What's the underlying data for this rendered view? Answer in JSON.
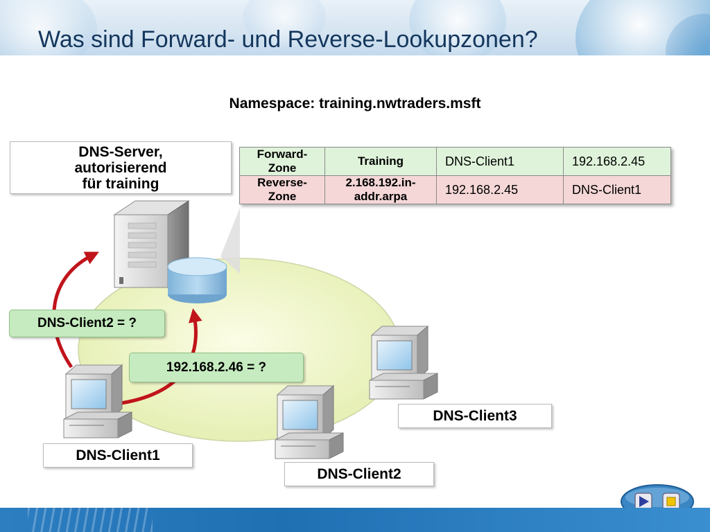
{
  "title": "Was sind Forward- und Reverse-Lookupzonen?",
  "namespace": "Namespace: training.nwtraders.msft",
  "server_label": {
    "line1": "DNS-Server,",
    "line2": "autorisierend",
    "line3": "für training"
  },
  "queries": {
    "forward": "DNS-Client2 = ?",
    "reverse": "192.168.2.46 = ?"
  },
  "clients": {
    "client1": "DNS-Client1",
    "client2": "DNS-Client2",
    "client3": "DNS-Client3"
  },
  "zone_table": {
    "forward": {
      "label": "Forward-Zone",
      "zone": "Training",
      "records": [
        {
          "name": "DNS-Client1",
          "value": "192.168.2.45"
        }
      ]
    },
    "reverse": {
      "label": "Reverse-Zone",
      "zone": "2.168.192.in-addr.arpa",
      "records": [
        {
          "name": "192.168.2.45",
          "value": "DNS-Client1"
        }
      ]
    }
  },
  "colors": {
    "forward_zone": "#dff3da",
    "reverse_zone": "#f5d7d7",
    "query_box": "#c6ebc0",
    "arrow": "#c0141b",
    "title": "#13365c"
  }
}
